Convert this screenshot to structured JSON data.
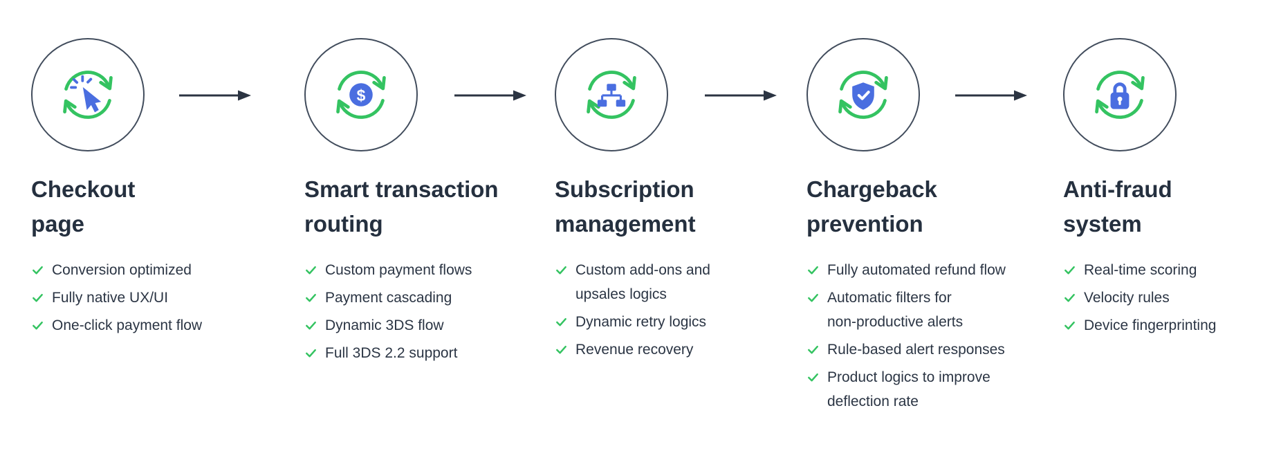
{
  "theme": {
    "background": "#ffffff",
    "accent_green": "#34c361",
    "accent_blue": "#4a6ee0",
    "heading_color": "#25303f",
    "text_color": "#2b3544",
    "circle_outline": "#414c5c",
    "arrow_color": "#2b3442"
  },
  "steps": [
    {
      "name": "checkout-page",
      "icon": "click-cursor-sync-icon",
      "title": "Checkout\npage",
      "features": [
        "Conversion optimized",
        "Fully native UX/UI",
        "One-click payment flow"
      ]
    },
    {
      "name": "smart-transaction-routing",
      "icon": "dollar-sync-icon",
      "title": "Smart transaction\nrouting",
      "features": [
        "Custom payment flows",
        "Payment cascading",
        "Dynamic 3DS flow",
        "Full 3DS 2.2 support"
      ]
    },
    {
      "name": "subscription-management",
      "icon": "hierarchy-sync-icon",
      "title": "Subscription\nmanagement",
      "features": [
        "Custom add-ons and\nupsales logics",
        "Dynamic retry logics",
        "Revenue recovery"
      ]
    },
    {
      "name": "chargeback-prevention",
      "icon": "shield-check-sync-icon",
      "title": "Chargeback\nprevention",
      "features": [
        "Fully automated refund flow",
        "Automatic filters for\nnon-productive alerts",
        "Rule-based alert responses",
        "Product logics to improve\ndeflection rate"
      ]
    },
    {
      "name": "anti-fraud-system",
      "icon": "lock-sync-icon",
      "title": "Anti-fraud\nsystem",
      "features": [
        "Real-time scoring",
        "Velocity rules",
        "Device fingerprinting"
      ]
    }
  ]
}
